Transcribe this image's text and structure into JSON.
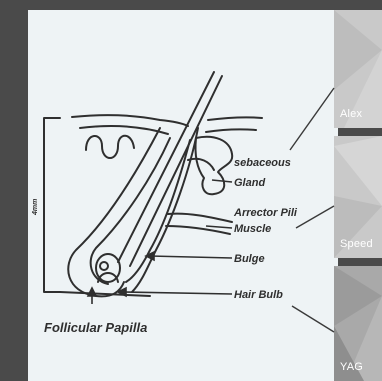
{
  "diagram": {
    "labels": {
      "sebaceous": "sebaceous",
      "gland": "Gland",
      "arrector": "Arrector Pili",
      "muscle": "Muscle",
      "bulge": "Bulge",
      "hair_bulb": "Hair Bulb",
      "papilla": "Follicular Papilla",
      "depth": "4mm"
    }
  },
  "tabs": [
    {
      "label": "Alex"
    },
    {
      "label": "Speed"
    },
    {
      "label": "YAG"
    }
  ],
  "colors": {
    "background": "#4a4a4a",
    "panel": "#eef3f5",
    "tab": "#c9c9c9",
    "ink": "#2f2f2f"
  }
}
